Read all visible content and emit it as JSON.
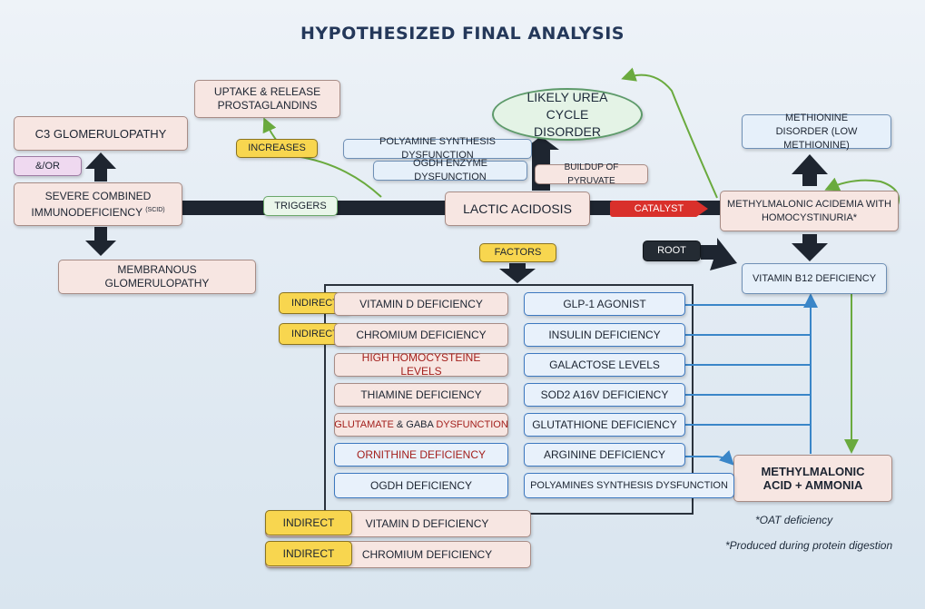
{
  "title": "HYPOTHESIZED FINAL ANALYSIS",
  "nodes": {
    "c3": "C3 GLOMERULOPATHY",
    "andor": "&/OR",
    "scid_main": "SEVERE COMBINED IMMUNODEFICIENCY",
    "scid_abbr": "(SCID)",
    "membranous": "MEMBRANOUS GLOMERULOPATHY",
    "uptake": "UPTAKE & RELEASE PROSTAGLANDINS",
    "increases": "INCREASES",
    "triggers": "TRIGGERS",
    "urea": "LIKELY UREA CYCLE DISORDER",
    "polyamine_top": "POLYAMINE SYNTHESIS DYSFUNCTION",
    "ogdh_enzyme": "OGDH ENZYME DYSFUNCTION",
    "pyruvate": "BUILDUP OF PYRUVATE",
    "lactic": "LACTIC ACIDOSIS",
    "catalyst": "CATALYST",
    "factors": "FACTORS",
    "methionine": "METHIONINE DISORDER (LOW METHIONINE)",
    "mma": "METHYLMALONIC ACIDEMIA WITH HOMOCYSTINURIA*",
    "root": "ROOT",
    "b12": "VITAMIN B12 DEFICIENCY",
    "mma_acid": "METHYLMALONIC ACID + AMMONIA",
    "indirect": "INDIRECT"
  },
  "left_factors": [
    {
      "text": "VITAMIN D DEFICIENCY",
      "indirect": true
    },
    {
      "text": "CHROMIUM DEFICIENCY",
      "indirect": true
    },
    {
      "text": "HIGH HOMOCYSTEINE LEVELS",
      "indirect": false
    },
    {
      "text": "THIAMINE DEFICIENCY",
      "indirect": false
    },
    {
      "part1": "GLUTAMATE",
      "part2": " & GABA ",
      "part3": "DYSFUNCTION"
    },
    {
      "text": "ORNITHINE DEFICIENCY",
      "indirect": false
    },
    {
      "text": "OGDH DEFICIENCY",
      "indirect": false
    }
  ],
  "right_factors": [
    "GLP-1 AGONIST",
    "INSULIN DEFICIENCY",
    "GALACTOSE LEVELS",
    "SOD2 A16V DEFICIENCY",
    "GLUTATHIONE DEFICIENCY",
    "ARGININE DEFICIENCY",
    "POLYAMINES SYNTHESIS DYSFUNCTION"
  ],
  "bottom_rows": [
    {
      "tag": "INDIRECT",
      "text": "VITAMIN D DEFICIENCY"
    },
    {
      "tag": "INDIRECT",
      "text": "CHROMIUM DEFICIENCY"
    }
  ],
  "notes": {
    "oat": "*OAT deficiency",
    "protein": "*Produced during protein digestion"
  },
  "colors": {
    "arrow_dark": "#1e2530",
    "arrow_green": "#6aaa3e",
    "arrow_blue": "#3a86c8",
    "accent_red": "#d9302b"
  }
}
